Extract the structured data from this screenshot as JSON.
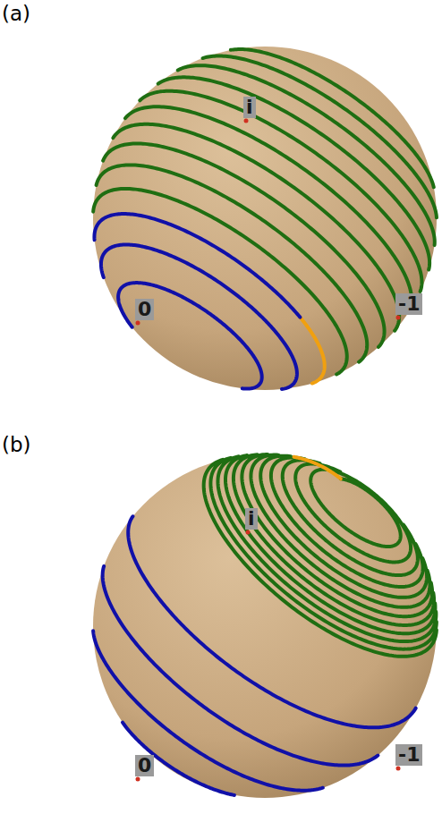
{
  "diagram": {
    "labels": [
      "(a)",
      "i",
      "0",
      "-1",
      "(b)",
      "i",
      "0",
      "-1"
    ]
  }
}
